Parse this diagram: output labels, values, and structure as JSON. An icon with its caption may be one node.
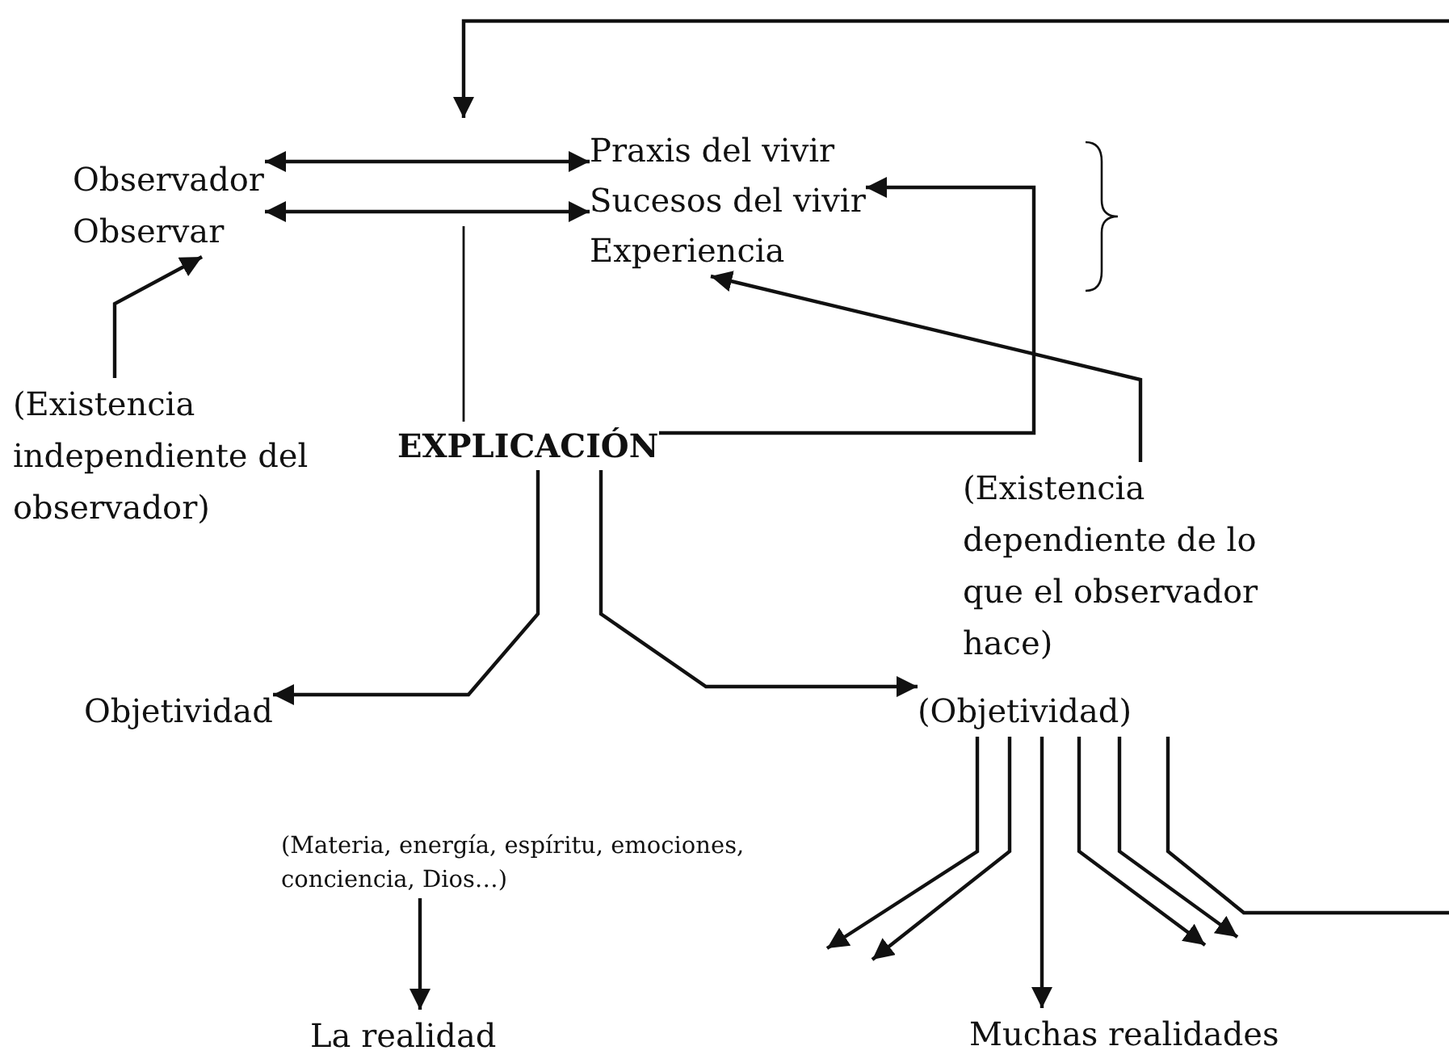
{
  "diagram": {
    "nodes": [
      {
        "text": [
          "Observador",
          "Observar"
        ]
      },
      {
        "text": [
          "Praxis del vivir",
          "Sucesos del vivir",
          "Experiencia"
        ]
      },
      {
        "text": [
          "(Existencia independiente del observador)"
        ]
      },
      {
        "text": [
          "EXPLICACIÓN"
        ]
      },
      {
        "text": [
          "(Existencia dependiente de lo que el observador hace)"
        ]
      },
      {
        "text": [
          "Objetividad"
        ]
      },
      {
        "text": [
          "(Objetividad)"
        ]
      },
      {
        "text": [
          "(Materia, energía, espíritu, emociones, conciencia, Dios…)"
        ]
      },
      {
        "text": [
          "La realidad"
        ]
      },
      {
        "text": [
          "Muchas realidades"
        ]
      }
    ],
    "edges": [
      {
        "from": 0,
        "to": 1,
        "arrow": "both"
      },
      {
        "from": 0,
        "to": 1,
        "arrow": "both"
      },
      {
        "from": 2,
        "to": 0,
        "arrow": "to"
      },
      {
        "from": 3,
        "to": null,
        "arrow": "none"
      },
      {
        "from": 6,
        "to": null,
        "arrow": "to"
      },
      {
        "from": 3,
        "to": 1,
        "arrow": "to"
      },
      {
        "from": 4,
        "to": 1,
        "arrow": "to"
      },
      {
        "from": 3,
        "to": 5,
        "arrow": "to"
      },
      {
        "from": 3,
        "to": 6,
        "arrow": "to"
      },
      {
        "from": 7,
        "to": 8,
        "arrow": "to"
      },
      {
        "from": 6,
        "to": null,
        "arrow": "to"
      },
      {
        "from": 6,
        "to": null,
        "arrow": "to"
      },
      {
        "from": 6,
        "to": 9,
        "arrow": "to"
      },
      {
        "from": 6,
        "to": null,
        "arrow": "to"
      },
      {
        "from": 6,
        "to": null,
        "arrow": "to"
      }
    ]
  }
}
